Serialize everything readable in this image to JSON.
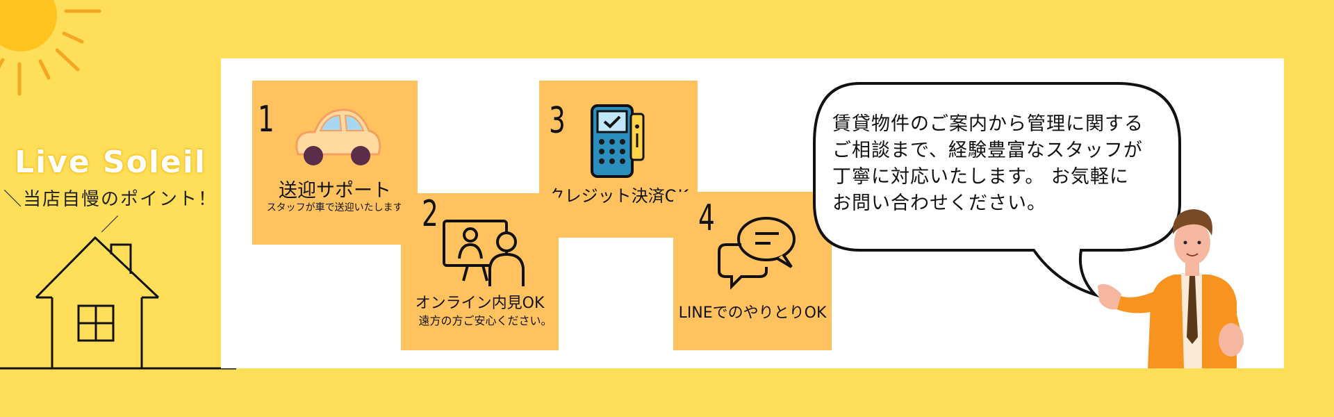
{
  "brand": {
    "name": "Live Soleil",
    "tagline": "＼当店自慢のポイント！／"
  },
  "points": [
    {
      "number": "1",
      "title": "送迎サポート",
      "subtitle": "スタッフが車で送迎いたします。",
      "icon": "car-icon"
    },
    {
      "number": "2",
      "title": "オンライン内見OK",
      "subtitle": "遠方の方ご安心ください。",
      "icon": "online-meeting-icon"
    },
    {
      "number": "3",
      "title": "クレジット決済OK",
      "subtitle": "",
      "icon": "card-terminal-icon"
    },
    {
      "number": "4",
      "title": "LINEでのやりとりOK",
      "subtitle": "",
      "icon": "chat-bubbles-icon"
    }
  ],
  "message": {
    "lines": [
      "賃貸物件のご案内から管理に関する",
      "ご相談まで、経験豊富なスタッフが",
      "丁寧に対応いたします。 お気軽に",
      "お問い合わせください。"
    ]
  },
  "colors": {
    "background": "#FFDE5A",
    "panel": "#FFFFFF",
    "card": "#FFC25E",
    "sun": "#FFC31F",
    "staff_jacket": "#F7931E"
  }
}
